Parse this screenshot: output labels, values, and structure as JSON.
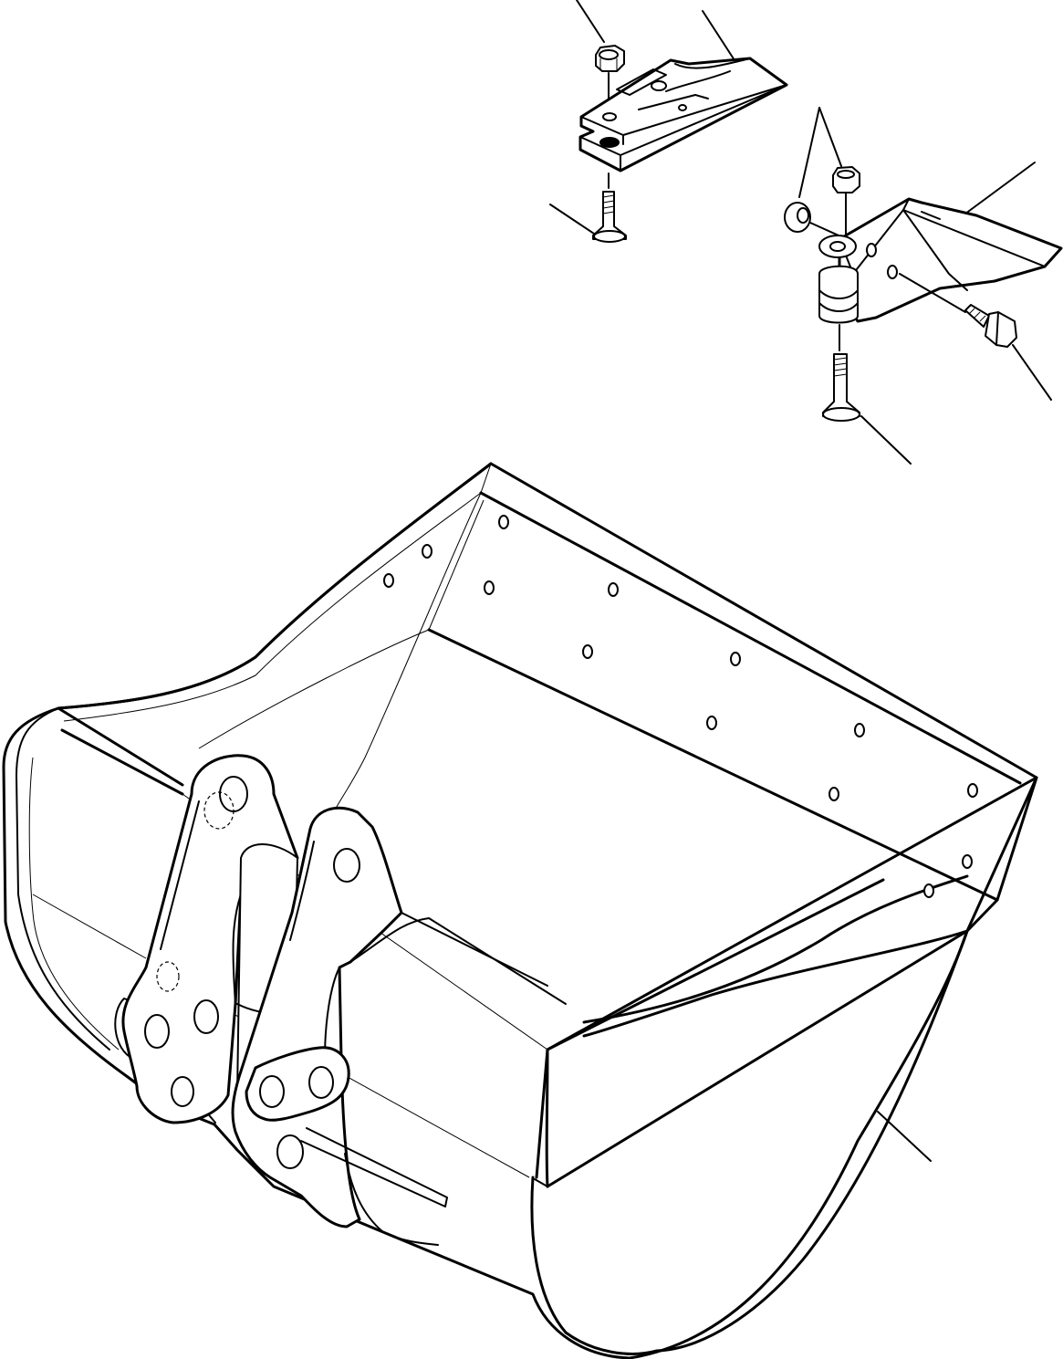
{
  "drawing": {
    "parts": [
      "bucket-body",
      "tooth-adapter",
      "side-cutter",
      "lock-nut",
      "washer",
      "countersunk-bolt",
      "hex-bolt"
    ],
    "colors": {
      "line": "#000000",
      "background": "#ffffff"
    }
  }
}
